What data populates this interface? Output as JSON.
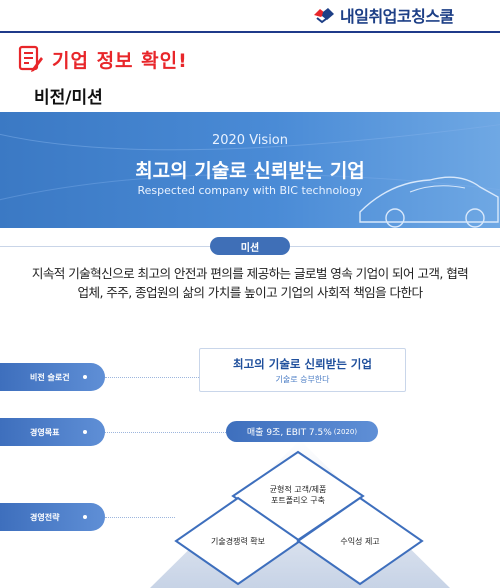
{
  "header": {
    "logo_text": "내일취업코칭스쿨",
    "logo_icon": "handshake-logo-icon"
  },
  "section": {
    "title": "기업 정보 확인!",
    "title_icon": "memo-pencil-icon",
    "subtitle": "비전/미션"
  },
  "banner": {
    "year": "2020 Vision",
    "main": "최고의 기술로 신뢰받는 기업",
    "english": "Respected company with BIC technology"
  },
  "mission": {
    "label": "미션",
    "line1": "지속적 기술혁신으로 최고의 안전과 편의를 제공하는 글로벌 영속 기업이 되어 고객, 협력",
    "line2": "업체, 주주, 종업원의 삶의 가치를 높이고 기업의 사회적 책임을 다한다"
  },
  "side_labels": [
    "비전 슬로건",
    "경영목표",
    "경영전략"
  ],
  "vision": {
    "main": "최고의 기술로 신뢰받는 기업",
    "sub": "기술로 승부한다"
  },
  "goal": {
    "text": "매출 9조, EBIT 7.5%",
    "year": "(2020)"
  },
  "strategy": {
    "top_line1": "균형적 고객/제품",
    "top_line2": "포트폴리오 구축",
    "left": "기술경쟁력 확보",
    "right": "수익성 제고"
  },
  "colors": {
    "brand_blue": "#1d3f86",
    "title_red": "#e8262a",
    "accent_blue": "#3e6fbd"
  }
}
